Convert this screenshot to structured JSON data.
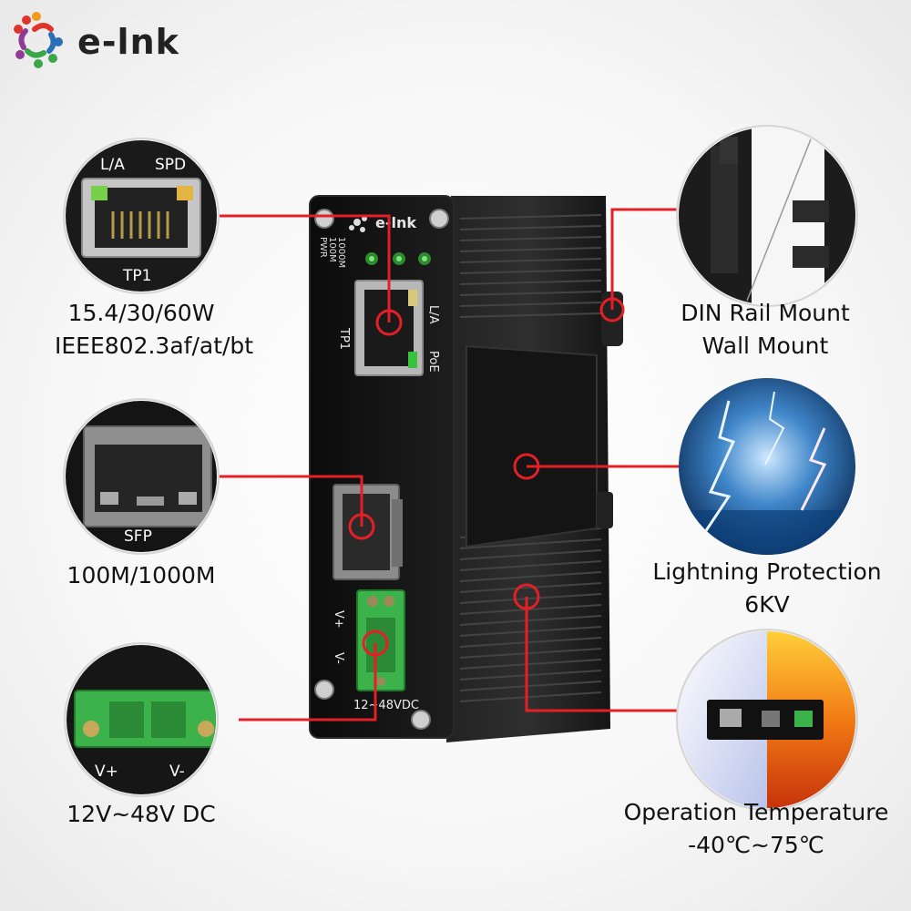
{
  "brand": {
    "name": "e-lnk",
    "colors": [
      "#e0342b",
      "#f39a1c",
      "#2a6fb8",
      "#3aa64a",
      "#8e3c98"
    ]
  },
  "device": {
    "logo": "e-lnk",
    "led_labels": [
      "1000M",
      "100M",
      "PWR"
    ],
    "port_labels": {
      "tp1": "TP1",
      "la": "L/A",
      "poe": "PoE"
    },
    "power_labels": {
      "vplus": "V+",
      "vminus": "V-",
      "voltage": "12~48VDC"
    }
  },
  "callouts": {
    "rj45": {
      "inset": {
        "la": "L/A",
        "spd": "SPD",
        "port": "TP1"
      },
      "lines": [
        "15.4/30/60W",
        "IEEE802.3af/at/bt"
      ]
    },
    "sfp": {
      "inset": {
        "label": "SFP"
      },
      "lines": [
        "100M/1000M"
      ]
    },
    "power": {
      "inset": {
        "vplus": "V+",
        "vminus": "V-"
      },
      "lines": [
        "12V~48V DC"
      ]
    },
    "mount": {
      "lines": [
        "DIN Rail Mount",
        "Wall Mount"
      ]
    },
    "lightning": {
      "lines": [
        "Lightning Protection",
        "6KV"
      ]
    },
    "temperature": {
      "lines": [
        "Operation Temperature",
        "-40℃~75℃"
      ]
    }
  },
  "accent_color": "#e41f26"
}
